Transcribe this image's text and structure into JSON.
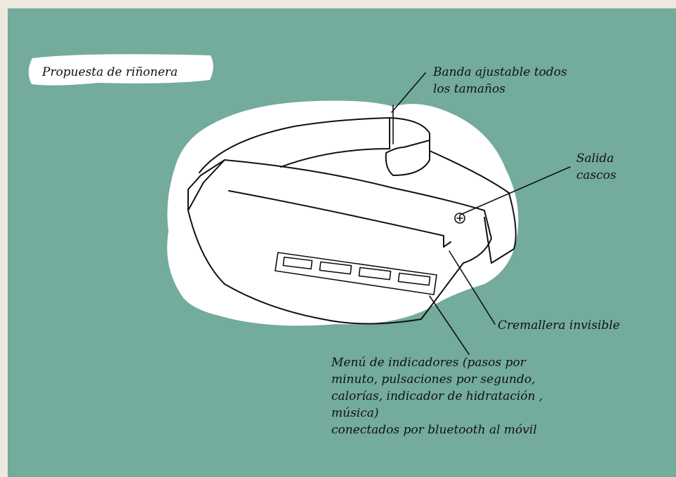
{
  "title": "Propuesta de riñonera",
  "callouts": {
    "band": {
      "line1": "Banda ajustable todos",
      "line2": "los tamaños"
    },
    "headphone": {
      "line1": "Salida",
      "line2": "cascos"
    },
    "zipper": {
      "text": "Cremallera invisible"
    },
    "menu": {
      "line1": "Menú de indicadores (pasos por",
      "line2": "minuto, pulsaciones por segundo,",
      "line3": "calorías, indicador de hidratación ,",
      "line4": " música)",
      "line5": "conectados por bluetooth al móvil"
    }
  },
  "colors": {
    "background": "#73ab9c",
    "border": "#ede9e1",
    "ink": "#111111",
    "paper": "#ffffff"
  }
}
